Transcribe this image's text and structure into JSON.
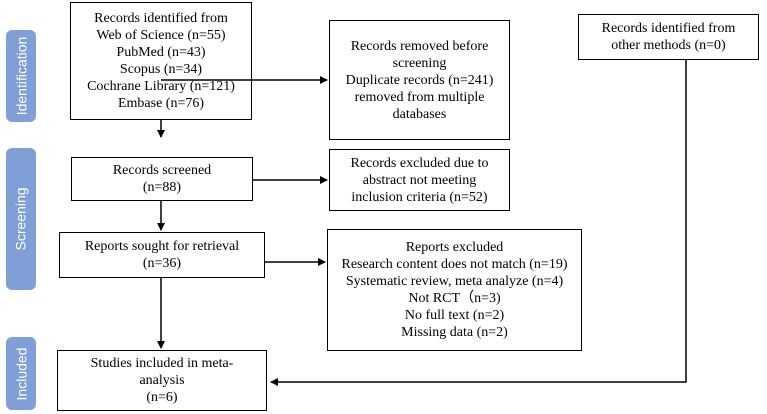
{
  "phases": {
    "identification": "Identification",
    "screening": "Screening",
    "included": "Included"
  },
  "boxes": {
    "records_identified": [
      "Records identified from",
      "Web of Science (n=55)",
      "PubMed (n=43)",
      "Scopus (n=34)",
      "Cochrane Library (n=121)",
      "Embase (n=76)"
    ],
    "records_removed": [
      "Records removed before",
      "screening",
      "Duplicate records (n=241)",
      "removed from multiple",
      "databases"
    ],
    "other_methods": [
      "Records identified from",
      "other methods (n=0)"
    ],
    "records_screened": [
      "Records screened",
      "(n=88)"
    ],
    "records_excluded": [
      "Records excluded due to",
      "abstract not meeting",
      "inclusion criteria (n=52)"
    ],
    "reports_sought": [
      "Reports sought for retrieval",
      "(n=36)"
    ],
    "reports_excluded": [
      "Reports excluded",
      "Research content does not match (n=19)",
      "Systematic review, meta analyze (n=4)",
      "Not RCT（n=3)",
      "No full text (n=2)",
      "Missing data (n=2)"
    ],
    "studies_included": [
      "Studies included in meta-",
      "analysis",
      "(n=6)"
    ]
  }
}
